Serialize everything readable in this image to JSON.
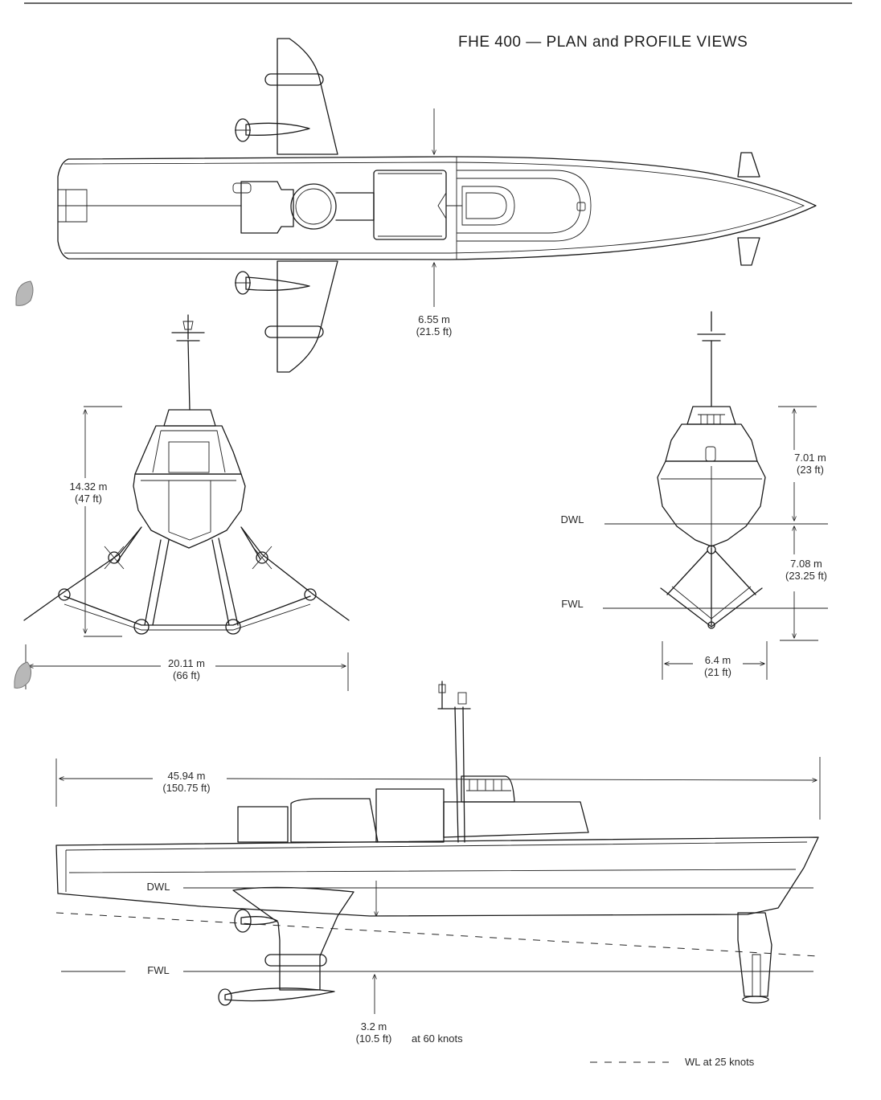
{
  "title": "FHE 400 — PLAN and PROFILE VIEWS",
  "plan_view": {
    "beam": "6.55 m",
    "beam_ft": "(21.5 ft)"
  },
  "front_view_foils_down": {
    "height": "14.32 m",
    "height_ft": "(47 ft)",
    "span": "20.11 m",
    "span_ft": "(66 ft)"
  },
  "front_view_hullborne": {
    "upper_height": "7.01 m",
    "upper_height_ft": "(23 ft)",
    "lower_height": "7.08 m",
    "lower_height_ft": "(23.25 ft)",
    "dwl": "DWL",
    "fwl": "FWL",
    "width": "6.4 m",
    "width_ft": "(21 ft)"
  },
  "profile_view": {
    "length": "45.94 m",
    "length_ft": "(150.75 ft)",
    "dwl": "DWL",
    "fwl": "FWL",
    "clearance": "3.2 m",
    "clearance_ft": "(10.5 ft)",
    "speed_note": "at 60 knots"
  },
  "legend": {
    "label": "WL at 25 knots"
  }
}
